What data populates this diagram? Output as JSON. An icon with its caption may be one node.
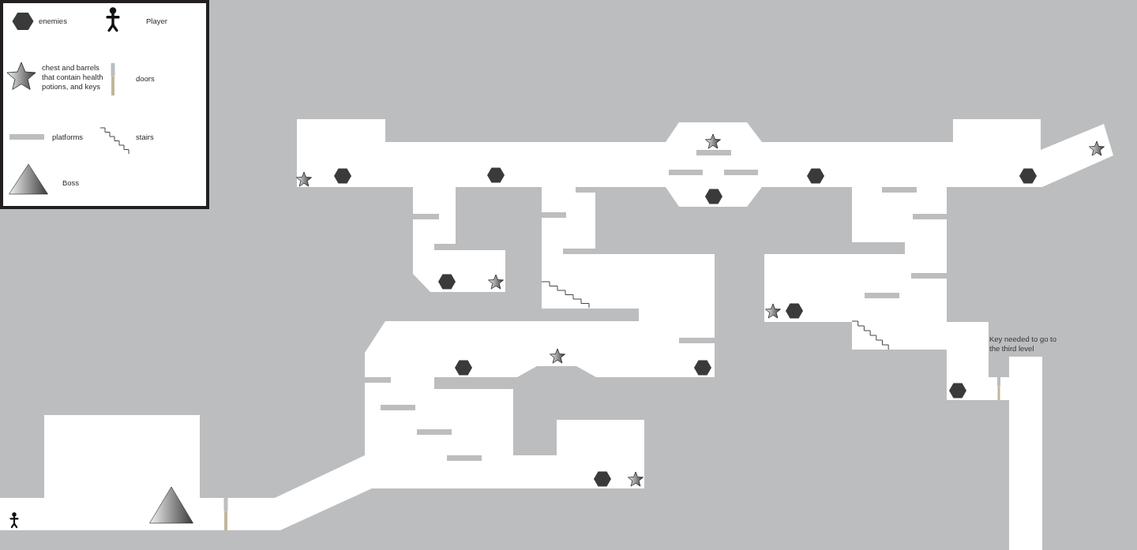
{
  "diagram": {
    "labels": [
      "Key needed to go to the third level"
    ],
    "legend": [
      {
        "text": "enemies"
      },
      {
        "text": "Player"
      },
      {
        "text": "chest and barrels that contain health potions, and keys"
      },
      {
        "text": "doors"
      },
      {
        "text": "platforms"
      },
      {
        "text": "stairs"
      },
      {
        "text": "Boss"
      }
    ]
  }
}
